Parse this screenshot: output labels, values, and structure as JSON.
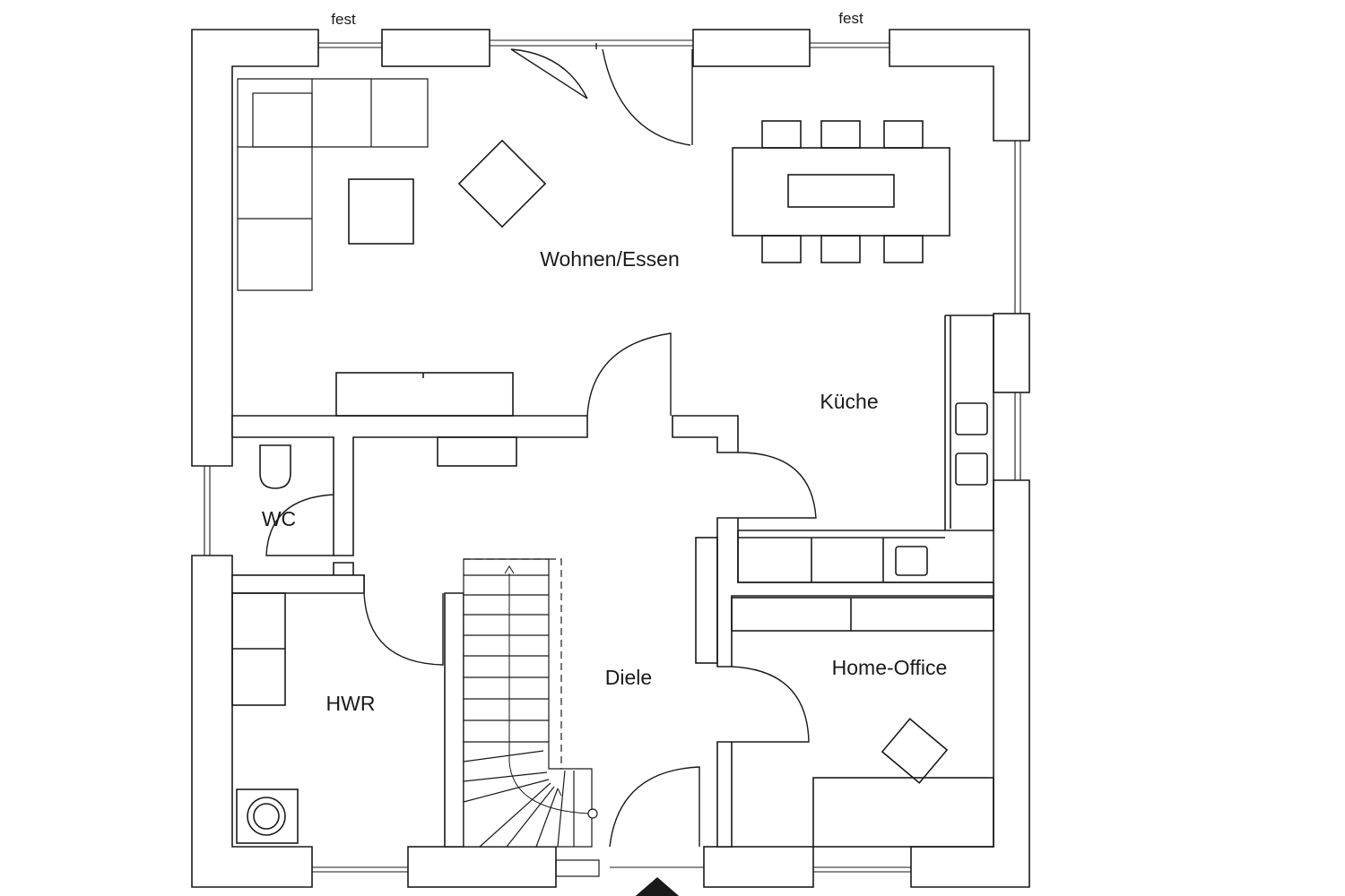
{
  "plan": {
    "rooms": {
      "wohnen_essen": "Wohnen/Essen",
      "kueche": "Küche",
      "wc": "WC",
      "hwr": "HWR",
      "diele": "Diele",
      "home_office": "Home-Office"
    },
    "window_notes": {
      "left": "fest",
      "right": "fest"
    },
    "colors": {
      "line": "#1a1a1a",
      "wall_fill": "#ffffff",
      "background": "#ffffff"
    }
  }
}
